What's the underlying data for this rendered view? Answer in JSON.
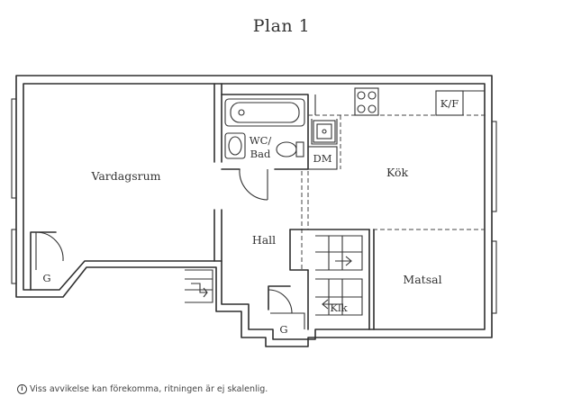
{
  "title": "Plan 1",
  "rooms": {
    "vardagsrum": "Vardagsrum",
    "wc_bad_line1": "WC/",
    "wc_bad_line2": "Bad",
    "dm": "DM",
    "kok": "Kök",
    "kf": "K/F",
    "hall": "Hall",
    "matsal": "Matsal",
    "klk": "Klk",
    "g_left": "G",
    "g_bottom": "G"
  },
  "footnote": {
    "icon": "info-icon",
    "text": "Viss avvikelse kan förekomma, ritningen är ej skalenlig."
  }
}
